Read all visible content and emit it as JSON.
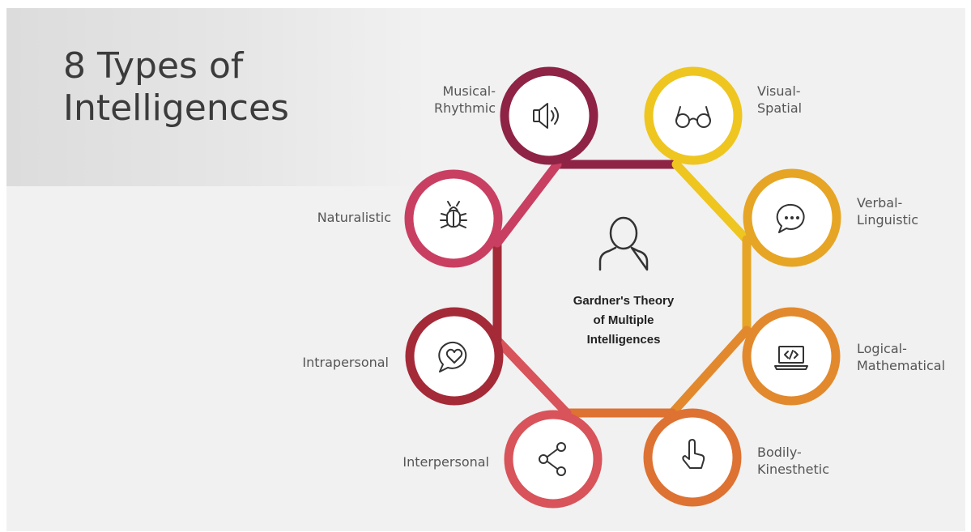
{
  "title": {
    "line1": "8 Types of",
    "line2": "Intelligences"
  },
  "center": {
    "line1": "Gardner's Theory",
    "line2": "of Multiple",
    "line3": "Intelligences",
    "icon": "person-icon"
  },
  "colors": {
    "background": "#f1f1f1",
    "title_band": "#dcdcdc",
    "musical": "#8e2346",
    "visual": "#eec61f",
    "verbal": "#e6a525",
    "logical": "#e2892d",
    "bodily": "#dd7232",
    "interpersonal": "#d8535a",
    "intrapersonal": "#a42a38",
    "naturalistic": "#c83f62"
  },
  "intelligences": [
    {
      "id": "musical",
      "label_line1": "Musical-",
      "label_line2": "Rhythmic",
      "icon": "speaker-icon"
    },
    {
      "id": "visual",
      "label_line1": "Visual-",
      "label_line2": "Spatial",
      "icon": "glasses-icon"
    },
    {
      "id": "verbal",
      "label_line1": "Verbal-",
      "label_line2": "Linguistic",
      "icon": "speech-bubble-icon"
    },
    {
      "id": "logical",
      "label_line1": "Logical-",
      "label_line2": "Mathematical",
      "icon": "laptop-code-icon"
    },
    {
      "id": "bodily",
      "label_line1": "Bodily-",
      "label_line2": "Kinesthetic",
      "icon": "pointing-hand-icon"
    },
    {
      "id": "interpersonal",
      "label_line1": "Interpersonal",
      "label_line2": "",
      "icon": "share-icon"
    },
    {
      "id": "intrapersonal",
      "label_line1": "Intrapersonal",
      "label_line2": "",
      "icon": "heart-bubble-icon"
    },
    {
      "id": "naturalistic",
      "label_line1": "Naturalistic",
      "label_line2": "",
      "icon": "bug-icon"
    }
  ]
}
